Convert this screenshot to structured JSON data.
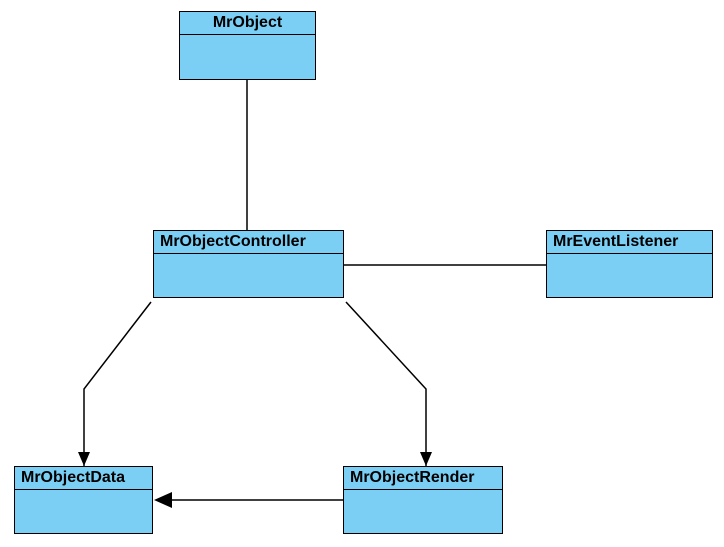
{
  "diagram": {
    "colors": {
      "class_fill": "#7bcff4",
      "border": "#000000",
      "line": "#000000"
    },
    "classes": {
      "mrobject": {
        "name": "MrObject"
      },
      "controller": {
        "name": "MrObjectController"
      },
      "listener": {
        "name": "MrEventListener"
      },
      "data": {
        "name": "MrObjectData"
      },
      "render": {
        "name": "MrObjectRender"
      }
    },
    "relations": [
      {
        "from": "mrobject",
        "to": "controller",
        "kind": "association"
      },
      {
        "from": "controller",
        "to": "listener",
        "kind": "association"
      },
      {
        "from": "controller",
        "to": "data",
        "kind": "directed-association"
      },
      {
        "from": "controller",
        "to": "render",
        "kind": "directed-association"
      },
      {
        "from": "render",
        "to": "data",
        "kind": "directed-association"
      }
    ]
  }
}
